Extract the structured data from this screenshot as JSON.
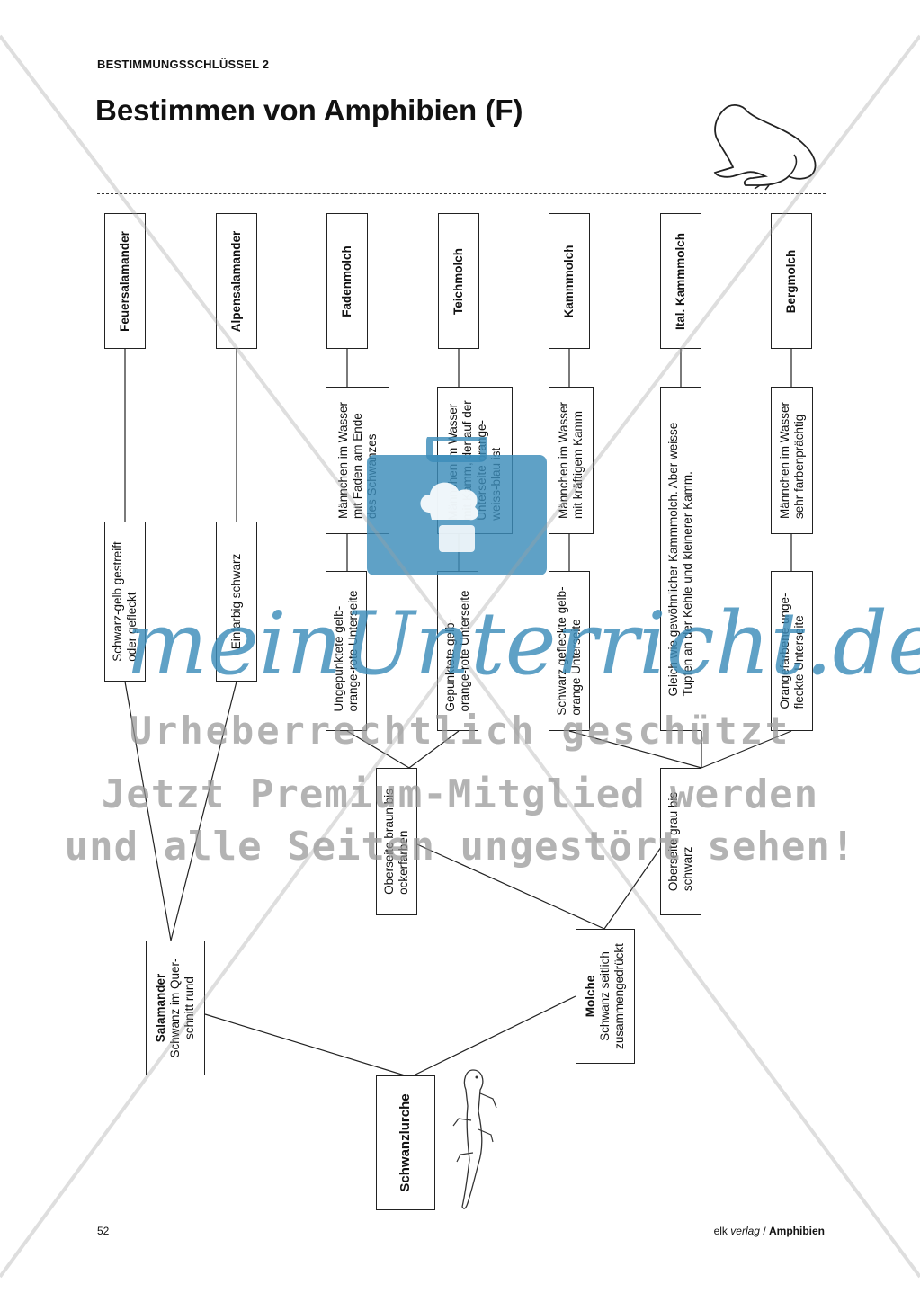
{
  "header": {
    "section": "BESTIMMUNGSSCHLÜSSEL 2",
    "title": "Bestimmen von Amphibien (F)"
  },
  "species": [
    {
      "id": "feuer",
      "name": "Feuersalamander"
    },
    {
      "id": "alpen",
      "name": "Alpensalamander"
    },
    {
      "id": "faden",
      "name": "Fadenmolch"
    },
    {
      "id": "teich",
      "name": "Teichmolch"
    },
    {
      "id": "kamm",
      "name": "Kammmolch"
    },
    {
      "id": "ital",
      "name": "Ital. Kammmolch"
    },
    {
      "id": "berg",
      "name": "Bergmolch"
    }
  ],
  "traits_upper": {
    "faden": [
      "Männchen im Wasser",
      "mit Faden am Ende",
      "des Schwanzes"
    ],
    "teich": [
      "Männchen im Wasser",
      "mit Kamm, der auf der",
      "Unterseite orange-",
      "weiss-blau ist"
    ],
    "kamm": [
      "Männchen im Wasser",
      "mit kräftigem Kamm"
    ],
    "ital": [
      "Gleich wie gewöhnlicher Kammmolch. Aber weisse",
      "Tupfen an der Kehle und kleinerer Kamm."
    ],
    "berg": [
      "Männchen im Wasser",
      "sehr farbenprächtig"
    ]
  },
  "traits_lower": {
    "feuer": [
      "Schwarz-gelb gestreift",
      "oder gefleckt"
    ],
    "alpen": [
      "Einfarbig schwarz"
    ],
    "faden": [
      "Ungepunktete gelb-",
      "orange-rote Unterseite"
    ],
    "teich": [
      "Gepunktete gelb-",
      "orange-rote Unterseite"
    ],
    "kamm": [
      "Schwarz gefleckte gelb-",
      "orange Unterseite"
    ],
    "berg": [
      "Orangefarbene unge-",
      "fleckte Unterseite"
    ]
  },
  "groups": {
    "braun": [
      "Oberseite braun bis",
      "ockerfarben"
    ],
    "grau": [
      "Oberseite grau bis",
      "schwarz"
    ],
    "salamander_title": "Salamander",
    "salamander_desc": [
      "Schwanz im Quer-",
      "schnitt rund"
    ],
    "molche_title": "Molche",
    "molche_desc": [
      "Schwanz seitlich",
      "zusammengedrückt"
    ],
    "root": "Schwanzlurche"
  },
  "footer": {
    "page": "52",
    "publisher": "elk",
    "verlag": "verlag",
    "separator": "/",
    "book": "Amphibien"
  },
  "watermark": {
    "logo": "meinUnterricht.de",
    "line1": "Urheberrechtlich geschützt",
    "line2": "Jetzt Premium-Mitglied werden",
    "line3": "und alle Seiten ungestört sehen!"
  },
  "colors": {
    "watermark_blue": "#3c8cb9",
    "watermark_gray": "#969696"
  },
  "icons": [
    "frog-illustration",
    "salamander-illustration",
    "briefcase-cloud-icon"
  ]
}
